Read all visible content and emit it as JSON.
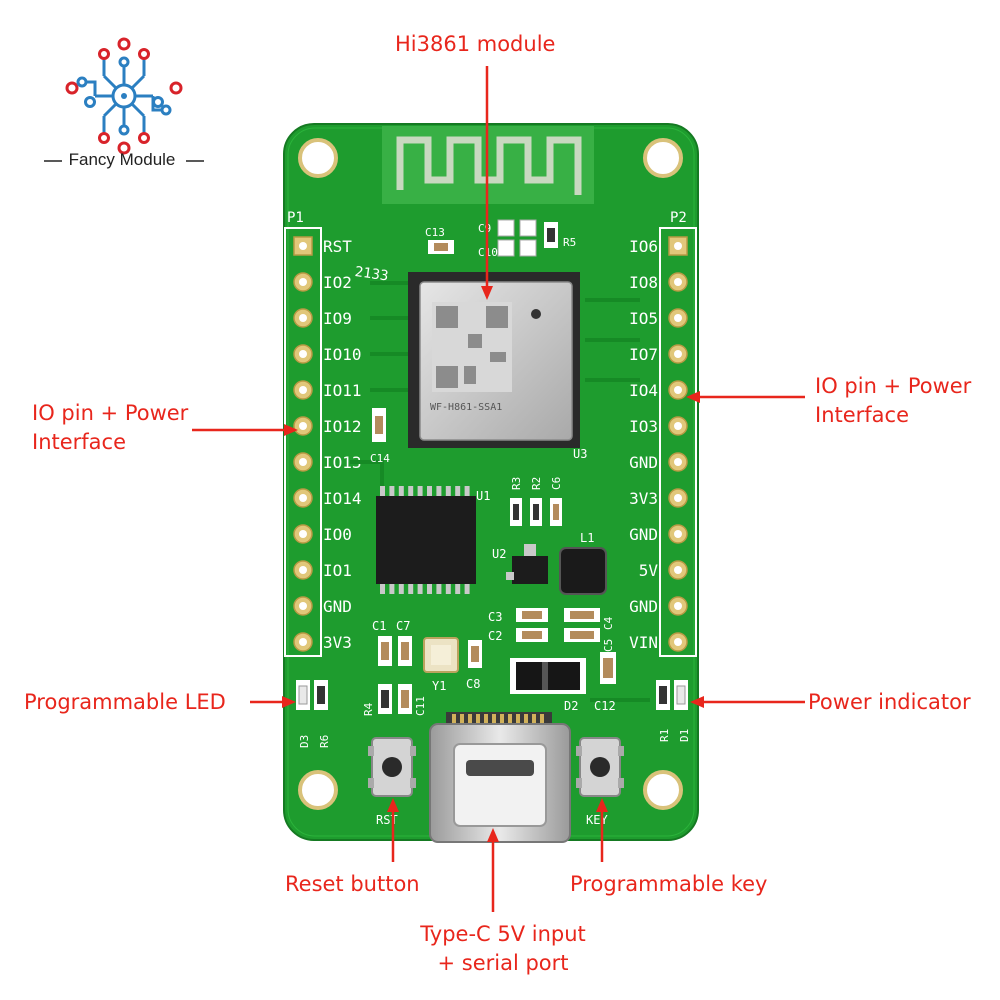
{
  "brand": {
    "name": "Fancy Module"
  },
  "callouts": {
    "module": "Hi3861 module",
    "io_left": [
      "IO pin + Power",
      "Interface"
    ],
    "io_right": [
      "IO pin + Power",
      "Interface"
    ],
    "led": "Programmable LED",
    "power_indicator": "Power indicator",
    "reset": "Reset button",
    "key": "Programmable key",
    "typec": [
      "Type-C 5V input",
      "+ serial port"
    ]
  },
  "board": {
    "p1": "P1",
    "p2": "P2",
    "left_pins": [
      "RST",
      "IO2",
      "IO9",
      "IO10",
      "IO11",
      "IO12",
      "IO13",
      "IO14",
      "IO0",
      "IO1",
      "GND",
      "3V3"
    ],
    "right_pins": [
      "IO6",
      "IO8",
      "IO5",
      "IO7",
      "IO4",
      "IO3",
      "GND",
      "3V3",
      "GND",
      "5V",
      "GND",
      "VIN"
    ],
    "module_marking": "WF-H861-SSA1",
    "module_ref": "U3",
    "date_code": "2133",
    "refs": {
      "c13": "C13",
      "c9": "C9",
      "c10": "C10",
      "r5": "R5",
      "c14": "C14",
      "r3": "R3",
      "r2": "R2",
      "c6": "C6",
      "u1": "U1",
      "u2": "U2",
      "l1": "L1",
      "c3": "C3",
      "c2": "C2",
      "c4": "C4",
      "c5": "C5",
      "c1": "C1",
      "c7": "C7",
      "r4": "R4",
      "c11": "C11",
      "y1": "Y1",
      "c8": "C8",
      "d2": "D2",
      "c12": "C12",
      "d3": "D3",
      "r6": "R6",
      "r1": "R1",
      "d1": "D1",
      "rst_label": "RST",
      "key_label": "KEY"
    }
  },
  "colors": {
    "callout": "#e8261c",
    "pcb": "#1e9c2e",
    "silkscreen": "#ffffff",
    "brand_red": "#d8232a",
    "brand_blue": "#2b7fc1"
  }
}
